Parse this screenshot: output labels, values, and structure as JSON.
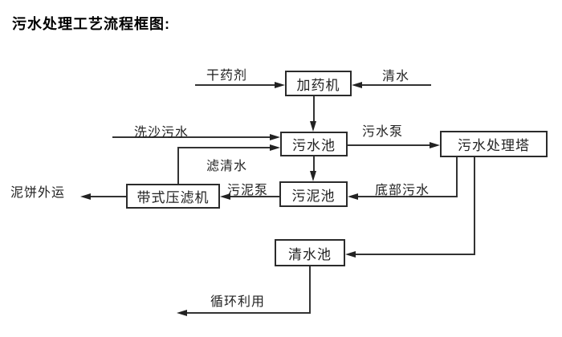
{
  "title": "污水处理工艺流程框图:",
  "colors": {
    "background": "#ffffff",
    "line": "#333333",
    "box_border": "#2b2b2b",
    "text": "#111111"
  },
  "nodes": [
    {
      "id": "dosing-machine",
      "label": "加药机"
    },
    {
      "id": "sewage-pool",
      "label": "污水池"
    },
    {
      "id": "treatment-tower",
      "label": "污水处理塔"
    },
    {
      "id": "sludge-pool",
      "label": "污泥池"
    },
    {
      "id": "belt-filter-press",
      "label": "带式压滤机"
    },
    {
      "id": "clear-water-pool",
      "label": "清水池"
    }
  ],
  "edge_labels": [
    {
      "id": "dry-agent",
      "text": "干药剂"
    },
    {
      "id": "clean-water",
      "text": "清水"
    },
    {
      "id": "sand-washing-sewage",
      "text": "洗沙污水"
    },
    {
      "id": "filtered-water",
      "text": "滤清水"
    },
    {
      "id": "sewage-pump",
      "text": "污水泵"
    },
    {
      "id": "bottom-sewage",
      "text": "底部污水"
    },
    {
      "id": "sludge-pump",
      "text": "污泥泵"
    },
    {
      "id": "mud-cake-out",
      "text": "泥饼外运"
    },
    {
      "id": "recycle-use",
      "text": "循环利用"
    }
  ]
}
